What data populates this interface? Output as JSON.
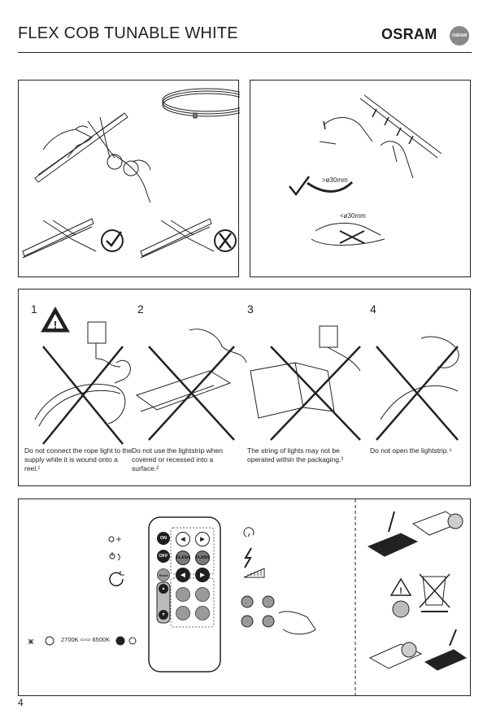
{
  "header": {
    "title": "FLEX COB TUNABLE WHITE",
    "brand": "OSRAM",
    "brand_badge": "OSRAM"
  },
  "cutting_panel": {},
  "bending_panel": {
    "min_radius_ok": ">ø30mm",
    "min_radius_bad": "<ø30mm"
  },
  "warnings": [
    {
      "num": "1",
      "text": "Do not connect the rope light to the supply while it is wound onto a reel.¹"
    },
    {
      "num": "2",
      "text": "Do not use the lightstrip when covered or recessed into a surface.²"
    },
    {
      "num": "3",
      "text": "The string of lights may not be operated within the packaging.³"
    },
    {
      "num": "4",
      "text": "Do not open the lightstrip.⁴"
    }
  ],
  "remote": {
    "on_label": "ON",
    "off_label": "OFF",
    "reset_label": "Reset",
    "flash_left": "FLASH",
    "flash_right": "FLASH",
    "cct_range": "2700K ⇦⇨ 6500K",
    "cct_from": "2700K",
    "cct_to": "6500K"
  },
  "footer": {
    "page_number": "4"
  }
}
